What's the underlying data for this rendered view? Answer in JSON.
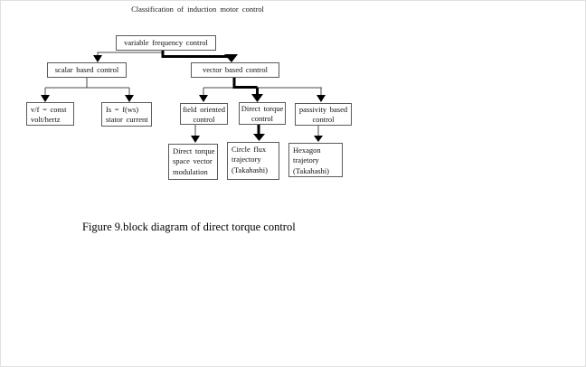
{
  "title": "Classification of induction motor control",
  "caption": "Figure 9.block diagram of direct torque control",
  "diagram": {
    "boxes": {
      "variable_frequency": {
        "label": "variable frequency control"
      },
      "scalar_based": {
        "label": "scalar based control"
      },
      "vector_based": {
        "label": "vector based control"
      },
      "vf_const": {
        "label": "v/f = const\nvolt/hertz"
      },
      "stator_current": {
        "label": "Is = f(ws)\nstator current"
      },
      "field_oriented": {
        "label": "field oriented\ncontrol"
      },
      "direct_torque": {
        "label": "Direct torque\ncontrol"
      },
      "passivity_based": {
        "label": "passivity based\ncontrol"
      },
      "dtc_space_vector": {
        "label": "Direct torque\nspace vector\nmodulation"
      },
      "circle_flux": {
        "label": "Circle flux\ntrajectory\n(Takahashi)"
      },
      "hexagon_trajectory": {
        "label": "Hexagon\ntrajetory\n(Takahashi)"
      }
    },
    "colors": {
      "thin_line": "#4a4a4a",
      "emphasis_line": "#000000",
      "box_border": "#5a5a5a",
      "text": "#111111"
    }
  }
}
